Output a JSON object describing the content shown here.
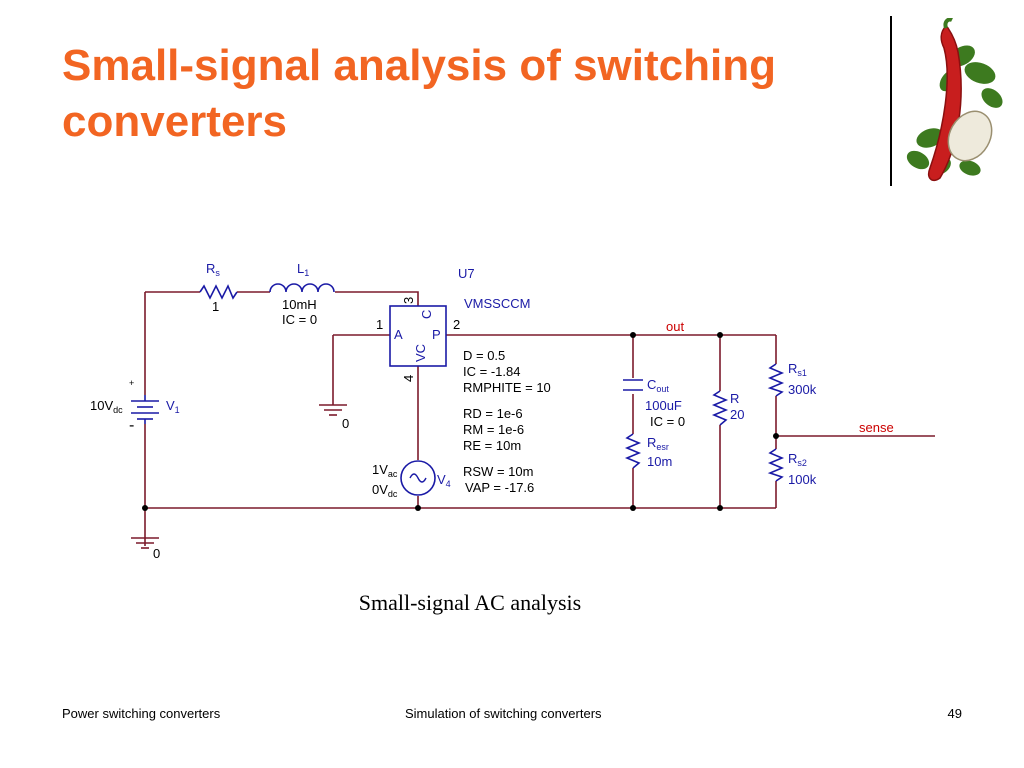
{
  "slide": {
    "title": "Small-signal analysis of switching converters",
    "caption": "Small-signal AC analysis",
    "footer_left": "Power switching converters",
    "footer_center": "Simulation of switching converters",
    "page_number": "49"
  },
  "colors": {
    "title": "#f26522",
    "wire": "#7b1a2b",
    "component": "#1a1aa6",
    "label": "#000000",
    "net_label": "#cc0000"
  },
  "schematic": {
    "rs": {
      "name": "R",
      "sub": "s",
      "value": "1"
    },
    "l1": {
      "name": "L",
      "sub": "1",
      "value": "10mH",
      "ic": "IC = 0"
    },
    "v1": {
      "plus": "+",
      "minus": "-",
      "value_main": "10V",
      "value_sub": "dc",
      "name": "V",
      "sub": "1"
    },
    "u7": {
      "name": "U7",
      "model": "VMSSCCM",
      "pin_a": "A",
      "pin_c": "C",
      "pin_p": "P",
      "pin_vc": "VC",
      "pin1": "1",
      "pin2": "2",
      "pin3": "3",
      "pin4": "4",
      "params": [
        "D = 0.5",
        "IC = -1.84",
        "RMPHITE = 10",
        "RD = 1e-6",
        "RM = 1e-6",
        "RE = 10m",
        "RSW = 10m",
        "VAP = -17.6"
      ]
    },
    "v4": {
      "ac_main": "1V",
      "ac_sub": "ac",
      "dc_main": "0V",
      "dc_sub": "dc",
      "name": "V",
      "sub": "4"
    },
    "cout": {
      "name": "C",
      "sub": "out",
      "value": "100uF",
      "ic": "IC = 0"
    },
    "resr": {
      "name": "R",
      "sub": "esr",
      "value": "10m"
    },
    "r": {
      "name": "R",
      "value": "20"
    },
    "rs1": {
      "name": "R",
      "sub": "s1",
      "value": "300k"
    },
    "rs2": {
      "name": "R",
      "sub": "s2",
      "value": "100k"
    },
    "nets": {
      "out": "out",
      "sense": "sense"
    },
    "ground_a": "0",
    "ground_b": "0"
  }
}
